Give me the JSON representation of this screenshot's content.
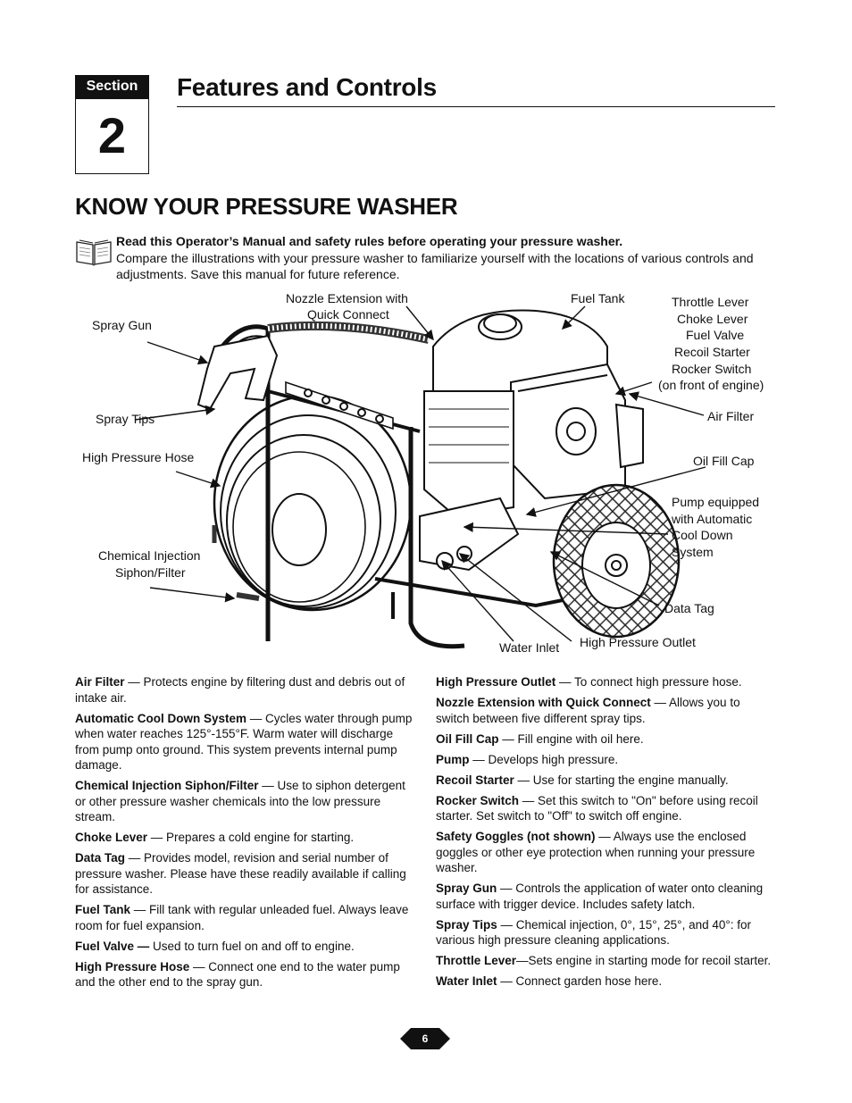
{
  "section": {
    "tab": "Section",
    "number": "2"
  },
  "title": "Features and Controls",
  "heading": "KNOW YOUR PRESSURE WASHER",
  "intro": {
    "bold": "Read this Operator’s Manual and safety rules before operating your pressure washer.",
    "text": "Compare the illustrations with your pressure washer to familiarize yourself with the locations of various controls and adjustments. Save this manual for future reference."
  },
  "icons": {
    "manual": "open-book-icon"
  },
  "labels": {
    "nozzle_extension_l1": "Nozzle Extension with",
    "nozzle_extension_l2": "Quick Connect",
    "fuel_tank": "Fuel Tank",
    "throttle": "Throttle Lever",
    "choke": "Choke Lever",
    "fuel_valve": "Fuel Valve",
    "recoil": "Recoil Starter",
    "rocker": "Rocker Switch",
    "front": "(on front of engine)",
    "spray_gun": "Spray Gun",
    "spray_tips": "Spray Tips",
    "air_filter": "Air Filter",
    "hp_hose": "High Pressure Hose",
    "oil_fill": "Oil Fill Cap",
    "pump_l1": "Pump equipped",
    "pump_l2": "with Automatic",
    "pump_l3": "Cool Down",
    "pump_l4": "System",
    "chem_l1": "Chemical Injection",
    "chem_l2": "Siphon/Filter",
    "data_tag": "Data Tag",
    "water_inlet": "Water Inlet",
    "hp_outlet": "High Pressure Outlet"
  },
  "left_defs": [
    {
      "term": "Air Filter",
      "desc": " — Protects engine by filtering dust and debris out of intake air."
    },
    {
      "term": "Automatic Cool Down System",
      "desc": " — Cycles water through pump when water reaches 125°-155°F. Warm water will discharge from pump onto ground. This system prevents internal pump damage."
    },
    {
      "term": "Chemical Injection Siphon/Filter",
      "desc": " — Use to siphon detergent or other pressure washer chemicals into the low pressure stream."
    },
    {
      "term": "Choke Lever",
      "desc": " — Prepares a cold engine for starting."
    },
    {
      "term": "Data Tag",
      "desc": " — Provides model, revision and serial number of pressure washer. Please have these readily available if calling for assistance."
    },
    {
      "term": "Fuel Tank",
      "desc": " — Fill tank with regular unleaded fuel. Always leave room for fuel expansion."
    },
    {
      "term": "Fuel Valve —",
      "desc": " Used to turn fuel on and off to engine."
    },
    {
      "term": "High Pressure Hose",
      "desc": " — Connect one end to the water pump and the other end to the spray gun."
    }
  ],
  "right_defs": [
    {
      "term": "High Pressure Outlet",
      "desc": " — To connect high pressure hose."
    },
    {
      "term": "Nozzle Extension with Quick Connect",
      "desc": " — Allows you to switch between five different spray tips."
    },
    {
      "term": "Oil Fill Cap",
      "desc": " — Fill engine with oil here."
    },
    {
      "term": "Pump",
      "desc": " — Develops high pressure."
    },
    {
      "term": "Recoil Starter",
      "desc": " — Use for starting the engine manually."
    },
    {
      "term": "Rocker Switch",
      "desc": " — Set this switch to \"On\" before using recoil starter. Set switch to \"Off\" to switch off engine."
    },
    {
      "term": "Safety Goggles (not shown)",
      "desc": " — Always use the enclosed goggles or other eye protection when running your pressure washer."
    },
    {
      "term": "Spray Gun",
      "desc": " — Controls the application of water onto cleaning surface with trigger device. Includes safety latch."
    },
    {
      "term": "Spray Tips",
      "desc": " — Chemical injection, 0°, 15°, 25°, and 40°: for various high pressure cleaning applications."
    },
    {
      "term": "Throttle Lever",
      "desc": "—Sets engine in starting mode for recoil starter."
    },
    {
      "term": "Water Inlet",
      "desc": " — Connect garden hose here."
    }
  ],
  "page_number": "6"
}
